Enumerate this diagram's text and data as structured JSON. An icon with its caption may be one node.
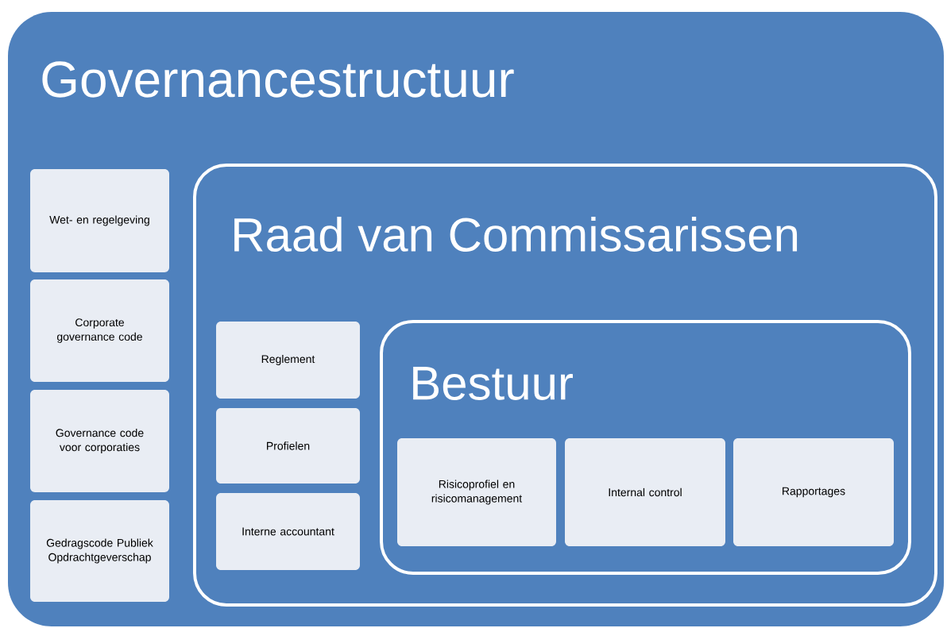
{
  "diagram": {
    "nodes": [
      {
        "text": [
          "Governancestructuur"
        ]
      },
      {
        "text": [
          "Wet- en regelgeving"
        ],
        "in": 0
      },
      {
        "text": [
          "Corporate governance code"
        ],
        "in": 0
      },
      {
        "text": [
          "Governance code voor corporaties"
        ],
        "in": 0
      },
      {
        "text": [
          "Gedragscode Publiek Opdrachtgeverschap"
        ],
        "in": 0
      },
      {
        "text": [
          "Raad van Commissarissen"
        ],
        "in": 0
      },
      {
        "text": [
          "Reglement"
        ],
        "in": 5
      },
      {
        "text": [
          "Profielen"
        ],
        "in": 5
      },
      {
        "text": [
          "Interne accountant"
        ],
        "in": 5
      },
      {
        "text": [
          "Bestuur"
        ],
        "in": 5
      },
      {
        "text": [
          "Risicoprofiel en risicomanagement"
        ],
        "in": 9
      },
      {
        "text": [
          "Internal control"
        ],
        "in": 9
      },
      {
        "text": [
          "Rapportages"
        ],
        "in": 9
      }
    ]
  }
}
